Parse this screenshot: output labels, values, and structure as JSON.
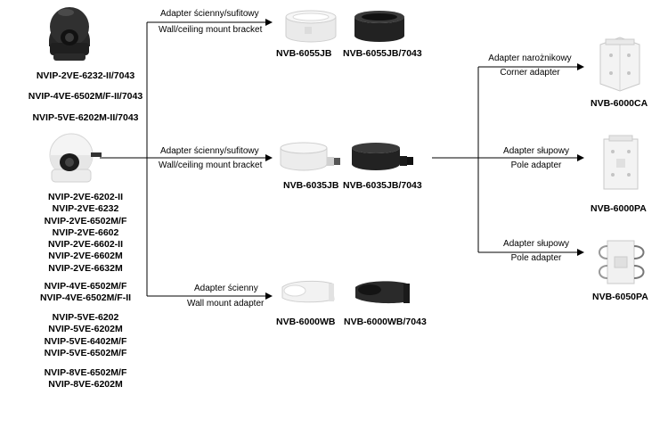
{
  "top_models": [
    "NVIP-2VE-6232-II/7043",
    "NVIP-4VE-6502M/F-II/7043",
    "NVIP-5VE-6202M-II/7043"
  ],
  "model_groups": [
    [
      "NVIP-2VE-6202-II",
      "NVIP-2VE-6232",
      "NVIP-2VE-6502M/F",
      "NVIP-2VE-6602",
      "NVIP-2VE-6602-II",
      "NVIP-2VE-6602M",
      "NVIP-2VE-6632M"
    ],
    [
      "NVIP-4VE-6502M/F",
      "NVIP-4VE-6502M/F-II"
    ],
    [
      "NVIP-5VE-6202",
      "NVIP-5VE-6202M",
      "NVIP-5VE-6402M/F",
      "NVIP-5VE-6502M/F"
    ],
    [
      "NVIP-8VE-6502M/F",
      "NVIP-8VE-6202M"
    ]
  ],
  "branches": [
    {
      "pl": "Adapter ścienny/sufitowy",
      "en": "Wall/ceiling mount bracket",
      "products": [
        "NVB-6055JB",
        "NVB-6055JB/7043"
      ]
    },
    {
      "pl": "Adapter ścienny/sufitowy",
      "en": "Wall/ceiling mount bracket",
      "products": [
        "NVB-6035JB",
        "NVB-6035JB/7043"
      ]
    },
    {
      "pl": "Adapter ścienny",
      "en": "Wall mount adapter",
      "products": [
        "NVB-6000WB",
        "NVB-6000WB/7043"
      ]
    }
  ],
  "secondary": [
    {
      "pl": "Adapter narożnikowy",
      "en": "Corner adapter",
      "product": "NVB-6000CA"
    },
    {
      "pl": "Adapter słupowy",
      "en": "Pole adapter",
      "product": "NVB-6000PA"
    },
    {
      "pl": "Adapter słupowy",
      "en": "Pole adapter",
      "product": "NVB-6050PA"
    }
  ],
  "icons": {
    "dark_dome": "dome-camera-dark-icon",
    "white_dome": "dome-camera-white-icon"
  },
  "colors": {
    "line": "#000000",
    "white_product": "#eeeeee",
    "dark_product": "#2b2b2b"
  }
}
